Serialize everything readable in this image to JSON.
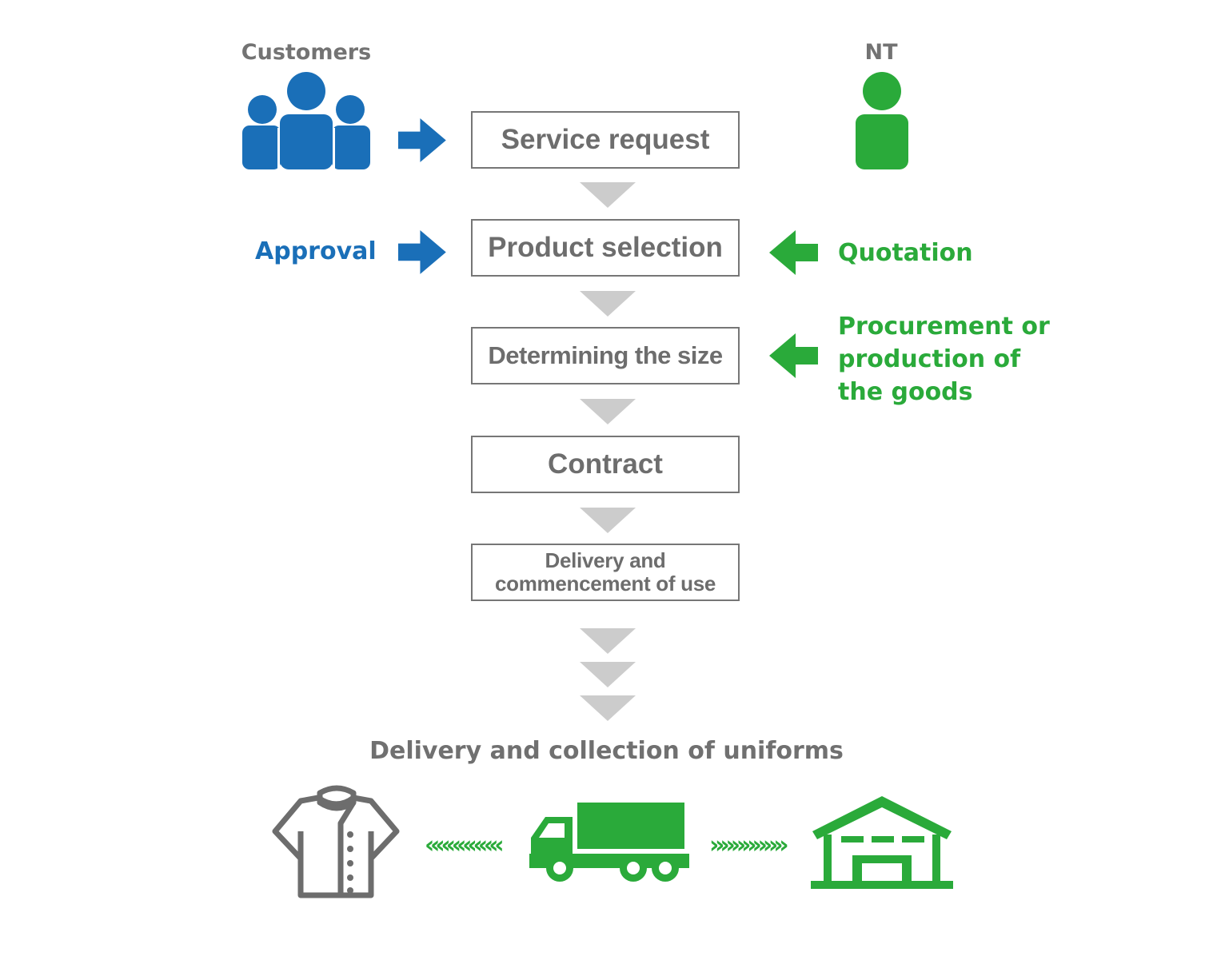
{
  "actors": {
    "customers_label": "Customers",
    "nt_label": "NT"
  },
  "steps": [
    {
      "label": "Service request"
    },
    {
      "label": "Product selection"
    },
    {
      "label": "Determining the size"
    },
    {
      "label": "Contract"
    },
    {
      "label": "Delivery and commencement of use",
      "line1": "Delivery and",
      "line2": "commencement of use"
    }
  ],
  "side_labels": {
    "approval": "Approval",
    "quotation": "Quotation",
    "procurement": [
      "Procurement or",
      "production of",
      "the goods"
    ]
  },
  "bottom": {
    "title": "Delivery and collection of uniforms",
    "left_chevrons": "«««««««",
    "right_chevrons": "»»»»»»»"
  },
  "colors": {
    "customer_blue": "#1a6fb8",
    "nt_green": "#2aaa3a",
    "gray_text": "#707070",
    "arrow_gray": "#cccccc"
  },
  "icons": {
    "customers": "people-group-icon",
    "nt": "person-icon",
    "uniform": "uniform-jacket-icon",
    "truck": "truck-icon",
    "warehouse": "warehouse-icon"
  }
}
